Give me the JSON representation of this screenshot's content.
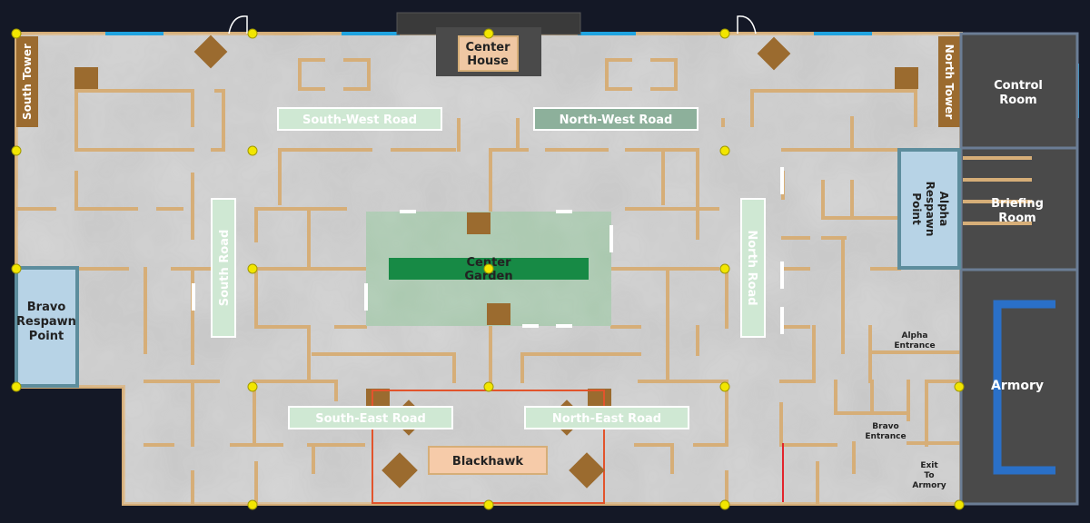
{
  "map": {
    "zones": {
      "center_house": "Center House",
      "center_garden": "Center Garden",
      "control_room": "Control Room",
      "briefing_room": "Briefing Room",
      "armory": "Armory",
      "alpha_respawn": "Alpha Respawn Point",
      "bravo_respawn": "Bravo Respawn Point",
      "blackhawk": "Blackhawk",
      "south_tower": "South Tower",
      "north_tower": "North Tower"
    },
    "roads": {
      "south_west": "South-West Road",
      "north_west": "North-West Road",
      "south_east": "South-East Road",
      "north_east": "North-East Road",
      "south": "South Road",
      "north": "North Road"
    },
    "markers": {
      "alpha_entrance": "Alpha Entrance",
      "bravo_entrance": "Bravo Entrance",
      "exit_to_armory": "Exit To Armory"
    },
    "colors": {
      "background": "#141826",
      "floor": "#c9c9c9",
      "wall": "#d6ae78",
      "crate": "#9b6b2f",
      "garden": "#a9c7ae",
      "garden_strip": "#178a45",
      "road_label_bg": "#cfe8d3",
      "road_label_text": "#ffffff",
      "building": "#4a4a4a",
      "respawn_bg": "#b7d3e6",
      "armory_wall": "#2a70c8",
      "waypoint": "#f2e600",
      "blackhawk_zone": "#e2542c",
      "window": "#1fa3e0"
    }
  }
}
